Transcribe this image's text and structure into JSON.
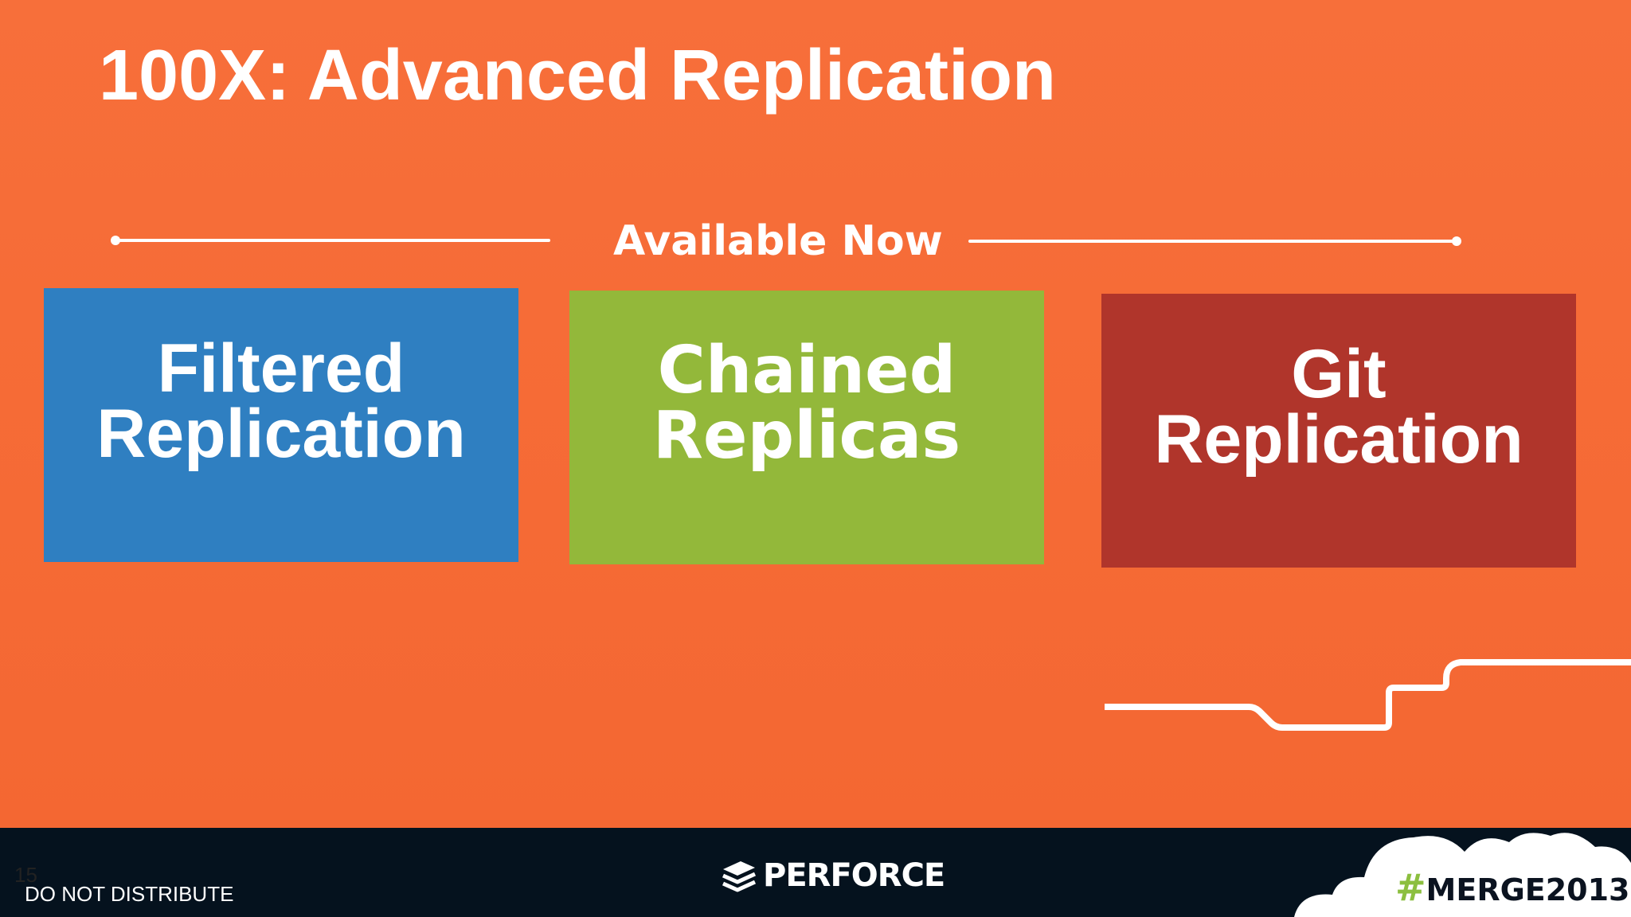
{
  "slide": {
    "title": "100X: Advanced Replication",
    "section_label": "Available Now",
    "boxes": [
      {
        "line1": "Filtered",
        "line2": "Replication",
        "color": "#2f7fc1"
      },
      {
        "line1": "Chained",
        "line2": "Replicas",
        "color": "#93b83a"
      },
      {
        "line1": "Git",
        "line2": "Replication",
        "color": "#b0352b"
      }
    ],
    "background_color": "#f46b35"
  },
  "footer": {
    "slide_number": "15",
    "disclaimer": "DO NOT DISTRIBUTE",
    "logo_text": "PERFORCE",
    "logo_icon": "stacked-layers-icon",
    "hashtag_symbol": "#",
    "hashtag_text": "MERGE2013",
    "background_color": "#05121e"
  }
}
